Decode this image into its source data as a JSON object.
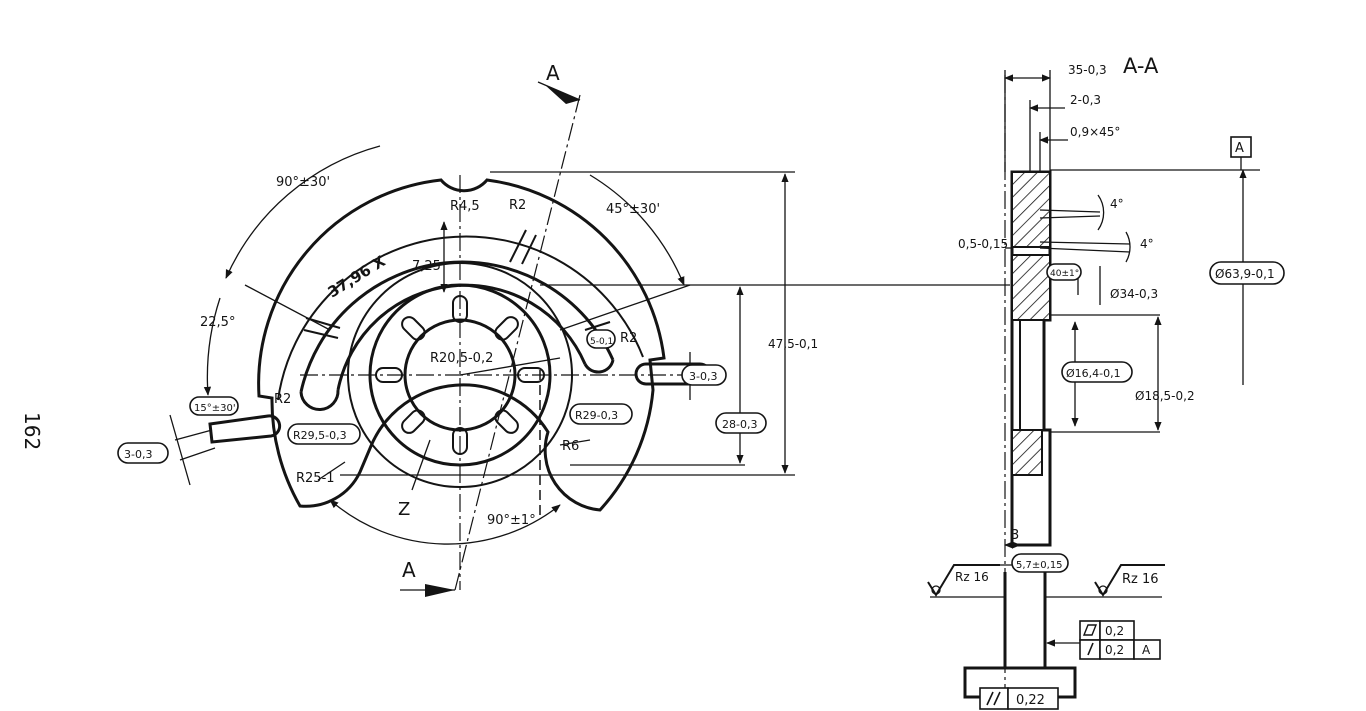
{
  "page_number": "162",
  "section_label": "A-A",
  "section_marks": [
    "A",
    "A"
  ],
  "datum": "A",
  "front_view": {
    "angle_top": "90°±30'",
    "angle_right": "45°±30'",
    "angle_left": "22,5°",
    "angle_slot": "15°±30'",
    "angle_bottom": "90°±1°",
    "radius_notch": "R4,5",
    "radius_top_slot": "R2",
    "radius_right_slot": "R2",
    "radius_left_slot": "R2",
    "pitch_label": "37,96 X",
    "gap_label": "7,25",
    "radius_center": "R20,5-0,2",
    "right_slot_width": "5-0,1",
    "slot_width_right": "3-0,3",
    "slot_width_left": "3-0,3",
    "radius_29_5": "R29,5-0,3",
    "radius_29": "R29-0,3",
    "radius_6": "R6",
    "radius_25": "R25-1",
    "dim_28": "28-0,3",
    "dim_47_5": "47,5-0,1",
    "view_label": "Z"
  },
  "section_view": {
    "dim_35": "35-0,3",
    "dim_2": "2-0,3",
    "chamfer": "0,9×45°",
    "dim_0_5": "0,5-0,15",
    "angle_4a": "4°",
    "angle_4b": "4°",
    "small_box": "40±1°",
    "dia_34": "Ø34-0,3",
    "dia_63_9": "Ø63,9-0,1",
    "dia_16_4": "Ø16,4-0,1",
    "dia_18_5": "Ø18,5-0,2",
    "dim_3": "3",
    "dim_5_7": "5,7±0,15",
    "rz_left": "Rz 16",
    "rz_right": "Rz 16",
    "flatness_value": "0,2",
    "perp_value": "0,2",
    "perp_datum": "A",
    "parallel_value": "0,22"
  }
}
